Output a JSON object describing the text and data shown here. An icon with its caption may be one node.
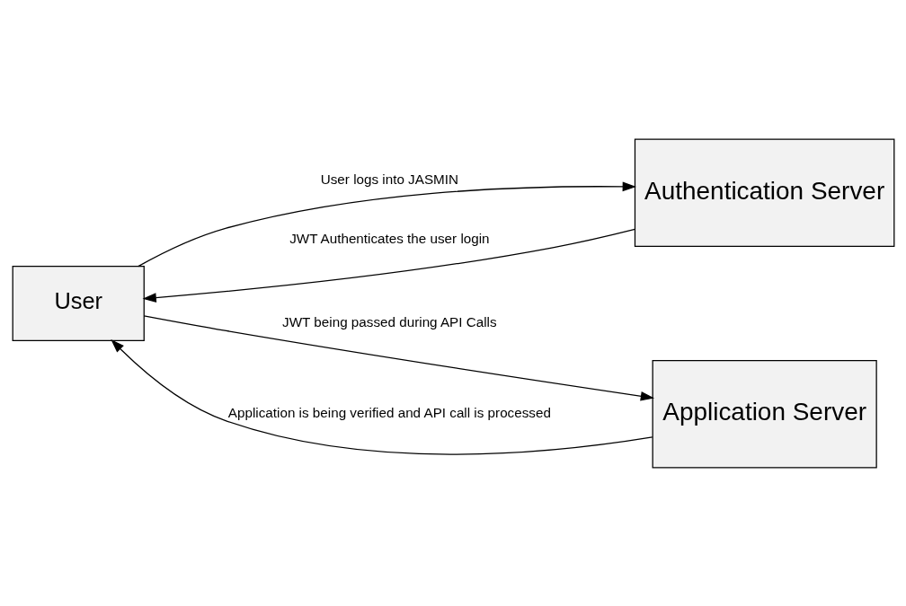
{
  "diagram": {
    "nodes": [
      {
        "text": [
          "User"
        ]
      },
      {
        "text": [
          "Authentication Server"
        ]
      },
      {
        "text": [
          "Application Server"
        ]
      }
    ],
    "edges": [
      {
        "from": 0,
        "to": 1,
        "arrow": "to",
        "label": "User logs into JASMIN"
      },
      {
        "from": 1,
        "to": 0,
        "arrow": "to",
        "label": "JWT Authenticates the user login"
      },
      {
        "from": 0,
        "to": 2,
        "arrow": "to",
        "label": "JWT being passed during API Calls"
      },
      {
        "from": 2,
        "to": 0,
        "arrow": "to",
        "label": "Application is being verified and API call is processed"
      }
    ]
  }
}
